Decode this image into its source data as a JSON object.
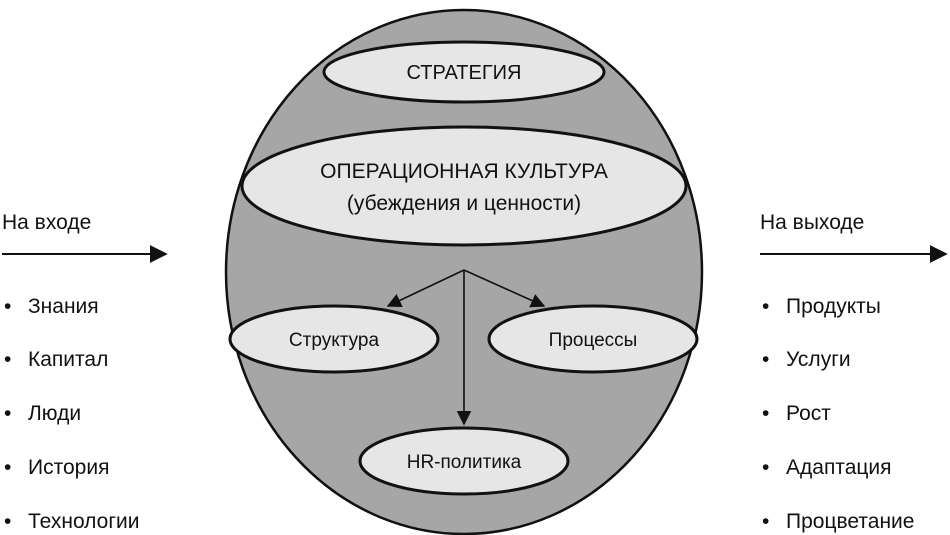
{
  "center": {
    "strategy": "СТРАТЕГИЯ",
    "culture_line1": "ОПЕРАЦИОННАЯ КУЛЬТУРА",
    "culture_line2": "(убеждения и ценности)",
    "structure": "Структура",
    "processes": "Процессы",
    "hr_policy": "HR-политика"
  },
  "inputs": {
    "title": "На входе",
    "items": [
      "Знания",
      "Капитал",
      "Люди",
      "История",
      "Технологии"
    ]
  },
  "outputs": {
    "title": "На выходе",
    "items": [
      "Продукты",
      "Услуги",
      "Рост",
      "Адаптация",
      "Процветание"
    ]
  },
  "bullet": "•",
  "colors": {
    "big_circle_fill": "#a6a6a6",
    "node_fill": "#e6e6e6",
    "stroke": "#111111"
  }
}
